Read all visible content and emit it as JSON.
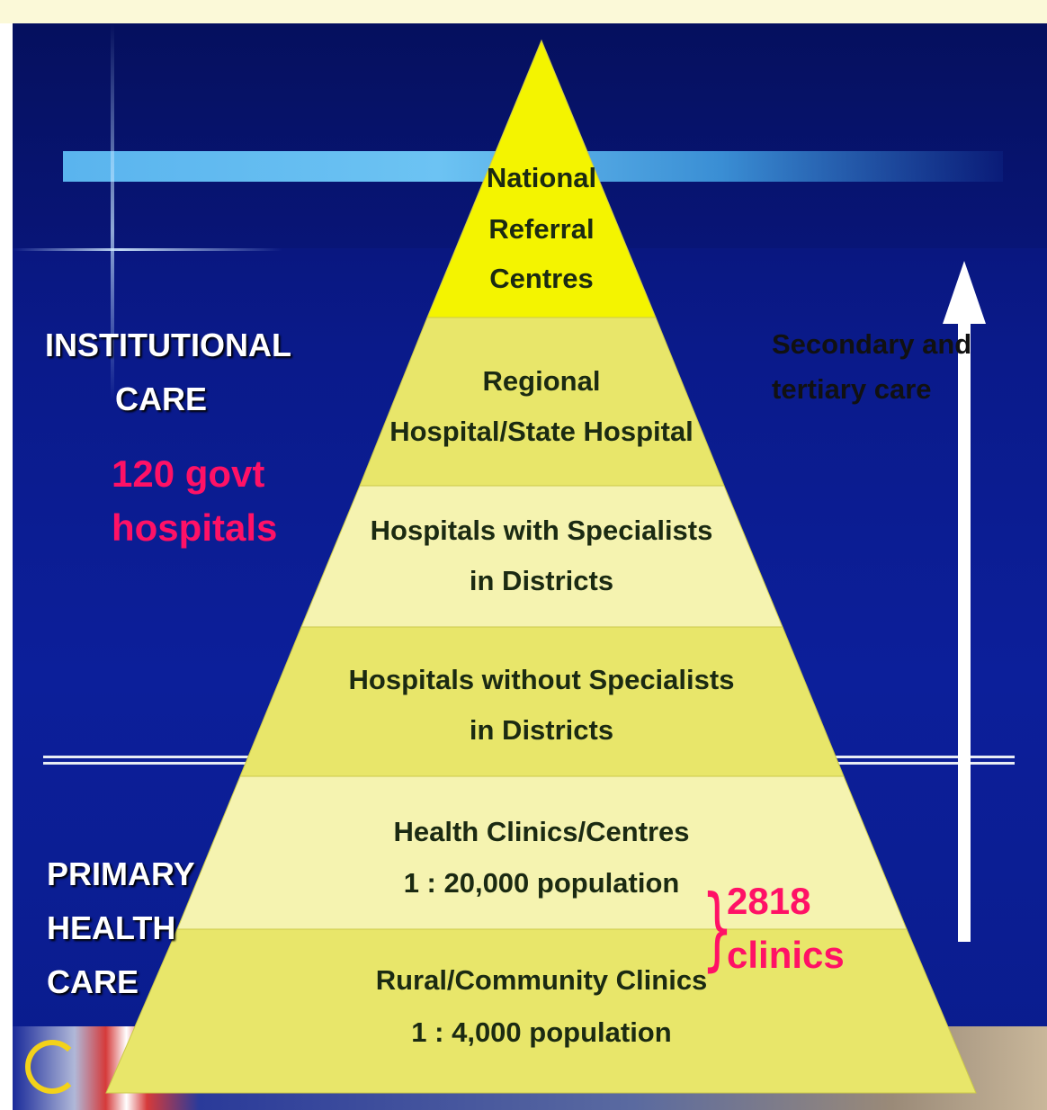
{
  "tiers": [
    {
      "line1": "National",
      "line2": "Referral",
      "line3": "Centres",
      "fill": "#f4f400"
    },
    {
      "line1": "Regional",
      "line2": "Hospital/State Hospital",
      "fill": "#e8e66a"
    },
    {
      "line1": "Hospitals with Specialists",
      "line2": "in Districts",
      "fill": "#f5f3b0"
    },
    {
      "line1": "Hospitals without Specialists",
      "line2": "in Districts",
      "fill": "#e8e66a"
    },
    {
      "line1": "Health Clinics/Centres",
      "line2": "1 : 20,000 population",
      "fill": "#f5f3b0"
    },
    {
      "line1": "Rural/Community Clinics",
      "line2": "1 : 4,000 population",
      "fill": "#e8e66a"
    }
  ],
  "labels": {
    "institutional_line1": "INSTITUTIONAL",
    "institutional_line2": "CARE",
    "govt_line1": "120 govt",
    "govt_line2": "hospitals",
    "primary_line1": "PRIMARY",
    "primary_line2": "HEALTH",
    "primary_line3": "CARE",
    "secondary_line1": "Secondary and",
    "secondary_line2": "tertiary care",
    "brace": "}",
    "clinics_line1": "2818",
    "clinics_line2": "clinics"
  },
  "colors": {
    "background": "#0a1a8a",
    "highlight": "#ff1166",
    "text_dark": "#1b2a12"
  }
}
